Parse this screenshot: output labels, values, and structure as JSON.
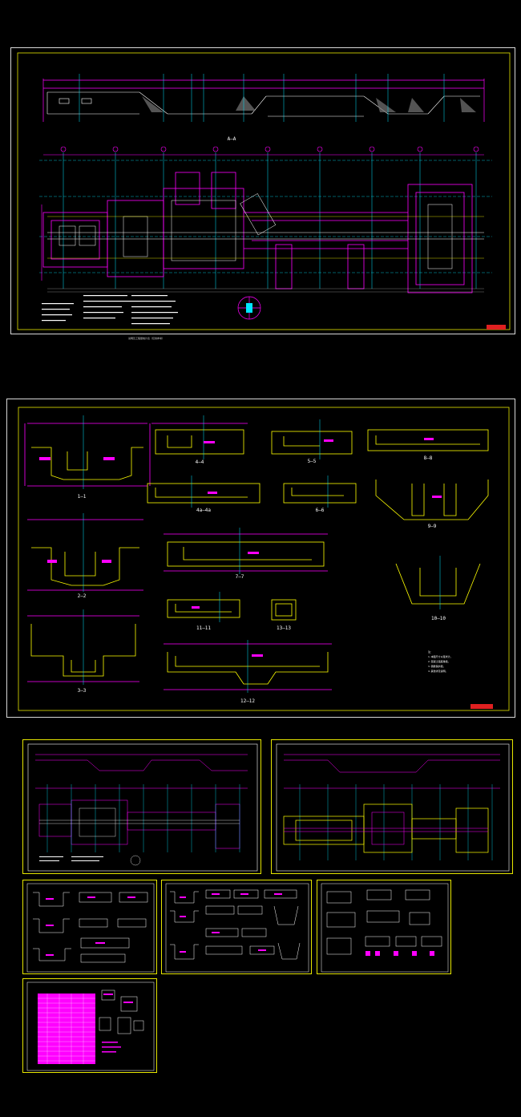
{
  "colors": {
    "background": "#000000",
    "frame": "#d8d8d8",
    "frame_small": "#e6e600",
    "magenta": "#ff00ff",
    "cyan": "#00e5ff",
    "yellow": "#ffff00",
    "white": "#ffffff",
    "red": "#e02020"
  },
  "sheets": [
    {
      "id": "plan",
      "kind": "plan-elevation"
    },
    {
      "id": "sections",
      "kind": "section-details"
    },
    {
      "id": "thumb-plan-1",
      "kind": "plan-elevation"
    },
    {
      "id": "thumb-plan-2",
      "kind": "plan-elevation"
    },
    {
      "id": "thumb-sections-1",
      "kind": "section-details"
    },
    {
      "id": "thumb-sections-2",
      "kind": "section-details"
    },
    {
      "id": "thumb-sections-3",
      "kind": "section-details"
    },
    {
      "id": "thumb-table",
      "kind": "schedule-table"
    }
  ],
  "plan_sheet": {
    "elevation_label": "A—A",
    "note_caption": "说明及工程量统计表（仅供参考）"
  },
  "section_labels": {
    "s1": "1—1",
    "s2": "2—2",
    "s3": "3—3",
    "s4": "4—4",
    "s4a": "4a—4a",
    "s5": "5—5",
    "s6": "6—6",
    "s7": "7—7",
    "s8": "8—8",
    "s9": "9—9",
    "s10": "10—10",
    "s11": "11—11",
    "s12": "12—12",
    "s13": "13—13"
  },
  "section_notes": {
    "title": "注：",
    "lines": [
      "1.本图尺寸以毫米计。",
      "2.混凝土强度等级。",
      "3.钢筋保护层。",
      "4.其他详见说明。"
    ]
  }
}
